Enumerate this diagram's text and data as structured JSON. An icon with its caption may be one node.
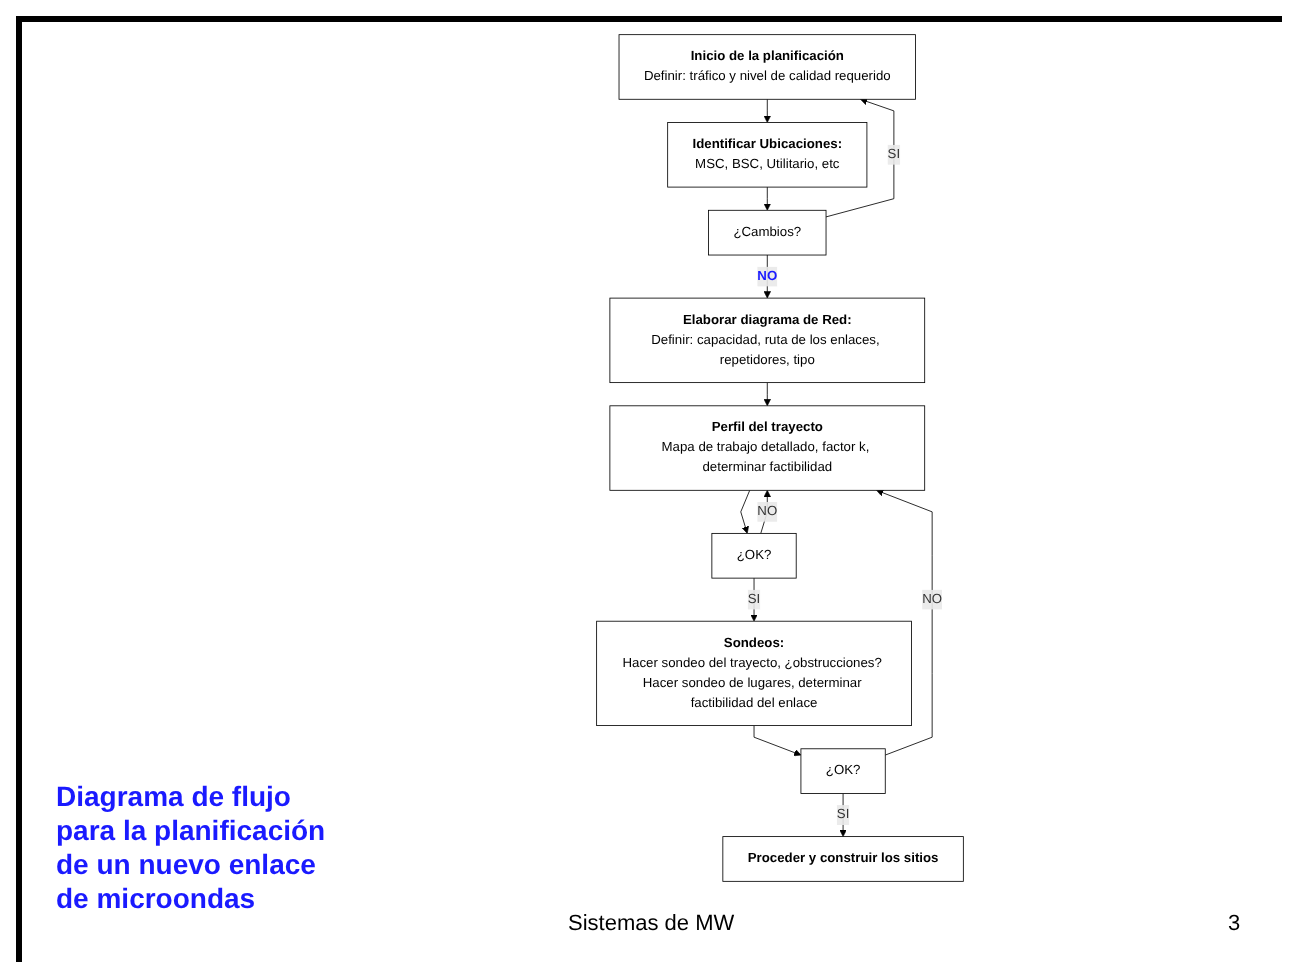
{
  "diagram": {
    "caption": "Diagrama de flujo para la planificación de un nuevo enlace de microondas",
    "nodes": [
      {
        "text": [
          "Inicio de la planificación",
          "Definir: tráfico y nivel de calidad requerido"
        ]
      },
      {
        "text": [
          "Identificar Ubicaciones:",
          "MSC, BSC, Utilitario, etc"
        ]
      },
      {
        "text": [
          "¿Cambios?"
        ]
      },
      {
        "text": [
          "Elaborar diagrama de Red:",
          "Definir: capacidad, ruta de los enlaces, repetidores, tipo"
        ]
      },
      {
        "text": [
          "Perfil del trayecto",
          "Mapa de trabajo detallado, factor k, determinar factibilidad"
        ]
      },
      {
        "text": [
          "¿OK?"
        ]
      },
      {
        "text": [
          "Sondeos:",
          "Hacer sondeo del trayecto, ¿obstrucciones? Hacer sondeo de lugares, determinar factibilidad del enlace"
        ]
      },
      {
        "text": [
          "¿OK?"
        ]
      },
      {
        "text": [
          "Proceder y construir los sitios"
        ]
      }
    ],
    "edges": [
      {
        "from": 0,
        "to": 1,
        "arrow": "to"
      },
      {
        "from": 1,
        "to": 2,
        "arrow": "to"
      },
      {
        "from": 2,
        "to": 0,
        "arrow": "to",
        "label": "SI"
      },
      {
        "from": 2,
        "to": 3,
        "arrow": "to",
        "label": "NO"
      },
      {
        "from": 3,
        "to": 4,
        "arrow": "to"
      },
      {
        "from": 4,
        "to": 5,
        "arrow": "to"
      },
      {
        "from": 5,
        "to": 4,
        "arrow": "to",
        "label": "NO"
      },
      {
        "from": 5,
        "to": 6,
        "arrow": "to",
        "label": "SI"
      },
      {
        "from": 6,
        "to": 7,
        "arrow": "to"
      },
      {
        "from": 7,
        "to": 4,
        "arrow": "to",
        "label": "NO"
      },
      {
        "from": 7,
        "to": 8,
        "arrow": "to",
        "label": "SI"
      }
    ],
    "labels": [
      "Sistemas de MW",
      "3"
    ]
  }
}
